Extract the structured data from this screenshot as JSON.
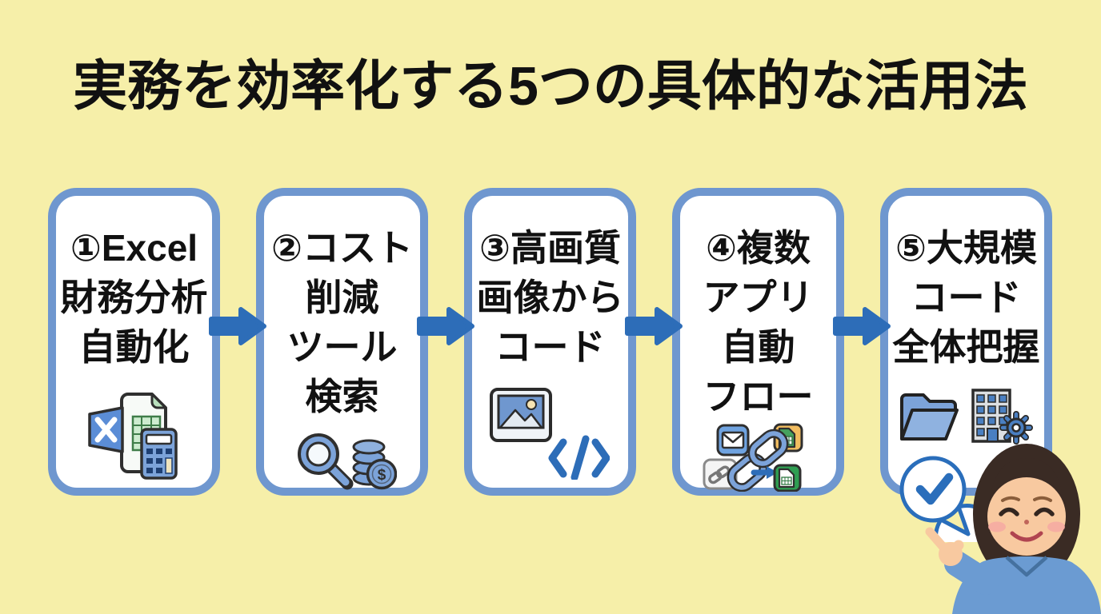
{
  "title": "実務を効率化する5つの具体的な活用法",
  "cards": [
    {
      "number": "①",
      "lines": [
        "①Excel",
        "財務分析",
        "自動化"
      ],
      "icons": [
        "excel-file-icon",
        "calculator-icon"
      ]
    },
    {
      "number": "②",
      "lines": [
        "②コスト",
        "削減",
        "ツール",
        "検索"
      ],
      "icons": [
        "magnifier-icon",
        "coins-icon"
      ]
    },
    {
      "number": "③",
      "lines": [
        "③高画質",
        "画像から",
        "コード"
      ],
      "icons": [
        "image-icon",
        "code-icon"
      ]
    },
    {
      "number": "④",
      "lines": [
        "④複数",
        "アプリ",
        "自動",
        "フロー"
      ],
      "icons": [
        "mail-app-icon",
        "chain-link-icon",
        "spreadsheet-orange-icon",
        "link-app-icon",
        "flow-arrow-icon",
        "spreadsheet-green-icon"
      ]
    },
    {
      "number": "⑤",
      "lines": [
        "⑤大規模",
        "コード",
        "全体把握"
      ],
      "icons": [
        "folder-icon",
        "building-gear-icon",
        "check-bubble-icon"
      ]
    }
  ],
  "illustration": {
    "person": "pointing-woman",
    "speech_bubble": "check-bubble"
  },
  "colors": {
    "background": "#f6efa9",
    "card_fill": "#ffffff",
    "card_border": "#6f97cf",
    "arrow": "#2d6db8",
    "title_text": "#111111",
    "card_text": "#111111",
    "check": "#2a6ebb",
    "icon_blue": "#7ca3d9",
    "icon_dark_outline": "#2f2f2f"
  }
}
